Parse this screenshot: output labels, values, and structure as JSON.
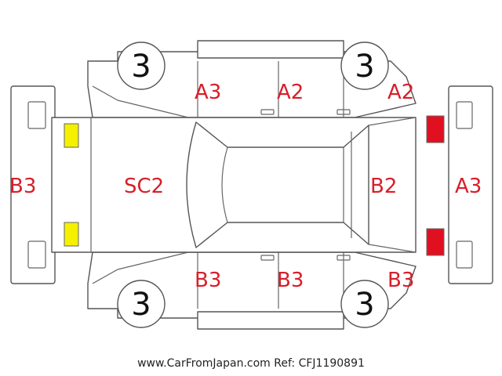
{
  "colors": {
    "damage_code": "#d81e2a",
    "front_lamp": "#f4f000",
    "rear_lamp": "#e01020",
    "outline": "#555555"
  },
  "tires": {
    "front_top": "3",
    "rear_top": "3",
    "front_bottom": "3",
    "rear_bottom": "3"
  },
  "codes": {
    "front_bumper": "B3",
    "hood": "SC2",
    "front_door_top": "A3",
    "rear_door_top": "A2",
    "rear_quarter_top": "A2",
    "trunk": "B2",
    "rear_bumper": "A3",
    "front_door_bottom": "B3",
    "rear_door_bottom": "B3",
    "rear_quarter_bottom": "B3"
  },
  "footer": {
    "site": "www.CarFromJapan.com",
    "ref": "Ref: CFJ1190891"
  }
}
